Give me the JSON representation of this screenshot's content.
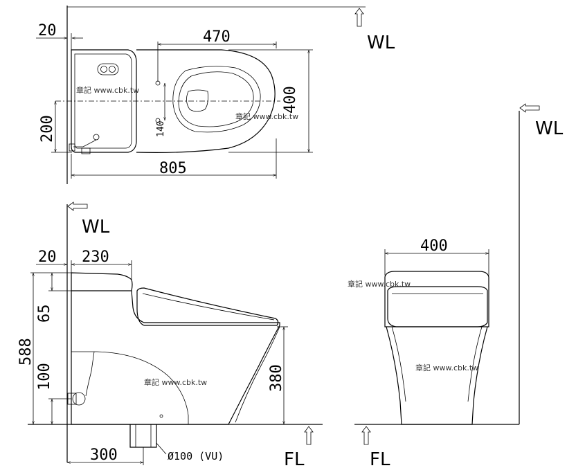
{
  "labels": {
    "wl": "WL",
    "fl": "FL",
    "pipe": "Ø100 (VU)"
  },
  "watermark": "章記 www.cbk.tw",
  "top_view": {
    "dim_20": "20",
    "dim_470": "470",
    "dim_400": "400",
    "dim_200": "200",
    "dim_140": "140",
    "dim_805": "805"
  },
  "side_view": {
    "dim_20": "20",
    "dim_230": "230",
    "dim_65": "65",
    "dim_588": "588",
    "dim_100": "100",
    "dim_380": "380",
    "dim_300": "300"
  },
  "front_view": {
    "dim_400": "400"
  }
}
